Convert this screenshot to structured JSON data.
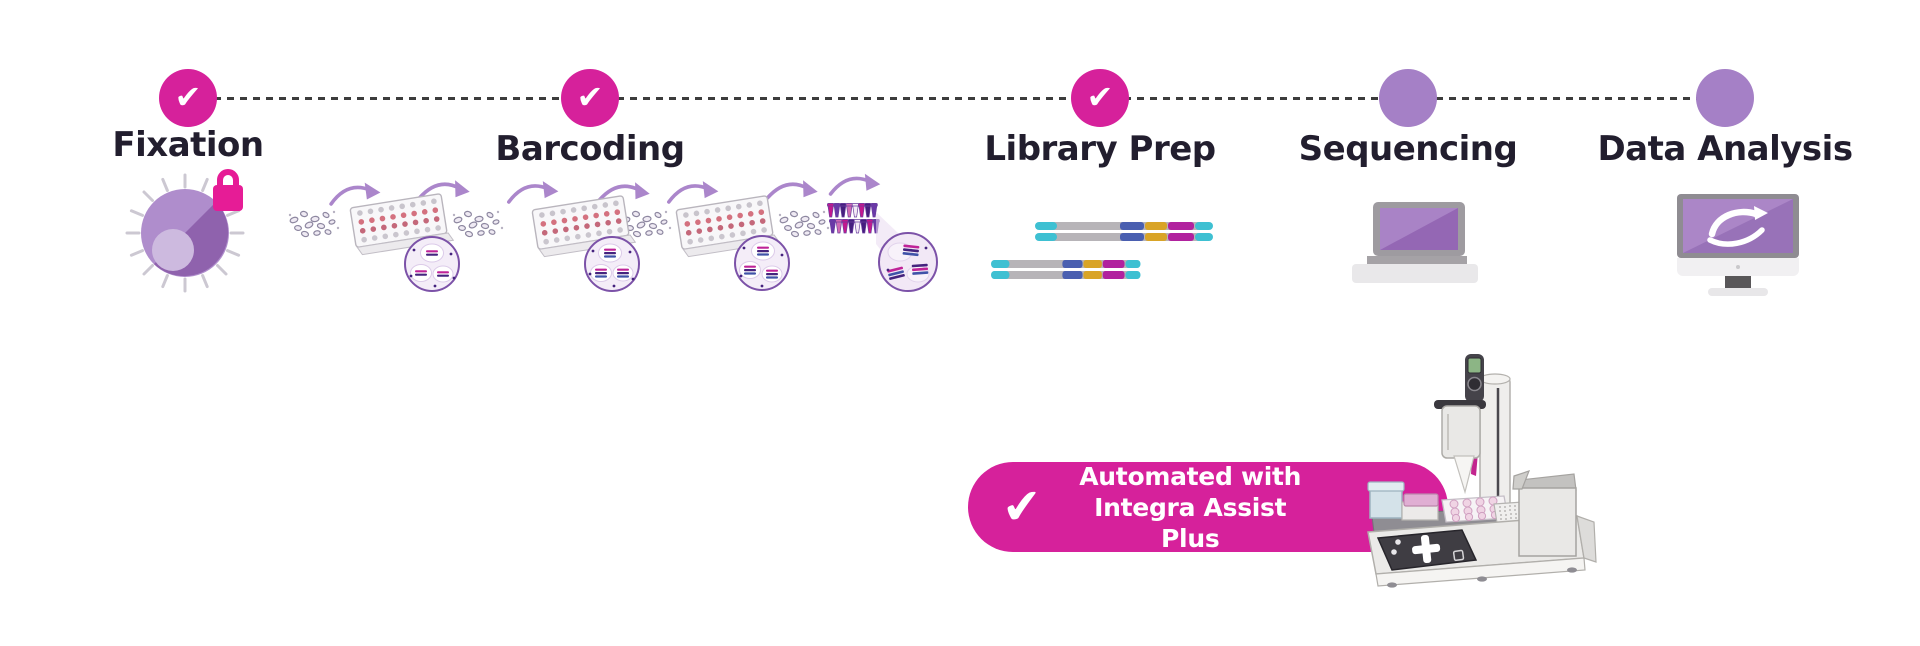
{
  "workflow": {
    "check_glyph": "✔",
    "steps": [
      {
        "label": "Fixation",
        "status": "complete",
        "icon": "fixed-cell-lock-icon"
      },
      {
        "label": "Barcoding",
        "status": "complete",
        "icon": "split-pool-barcoding-illustration"
      },
      {
        "label": "Library Prep",
        "status": "complete",
        "icon": "dna-library-strands-icon"
      },
      {
        "label": "Sequencing",
        "status": "upcoming",
        "icon": "sequencer-laptop-icon"
      },
      {
        "label": "Data Analysis",
        "status": "upcoming",
        "icon": "analysis-monitor-icon"
      }
    ],
    "colors": {
      "complete_circle": "#d6219b",
      "upcoming_circle": "#a580c6",
      "label_text": "#221e2e",
      "timeline_line": "#3c3c3c",
      "arrow_purple": "#ab86cb"
    }
  },
  "badge": {
    "check_glyph": "✔",
    "text_line1": "Automated with",
    "text_line2": "Integra Assist Plus",
    "background": "#d6219b",
    "text_color": "#ffffff"
  }
}
